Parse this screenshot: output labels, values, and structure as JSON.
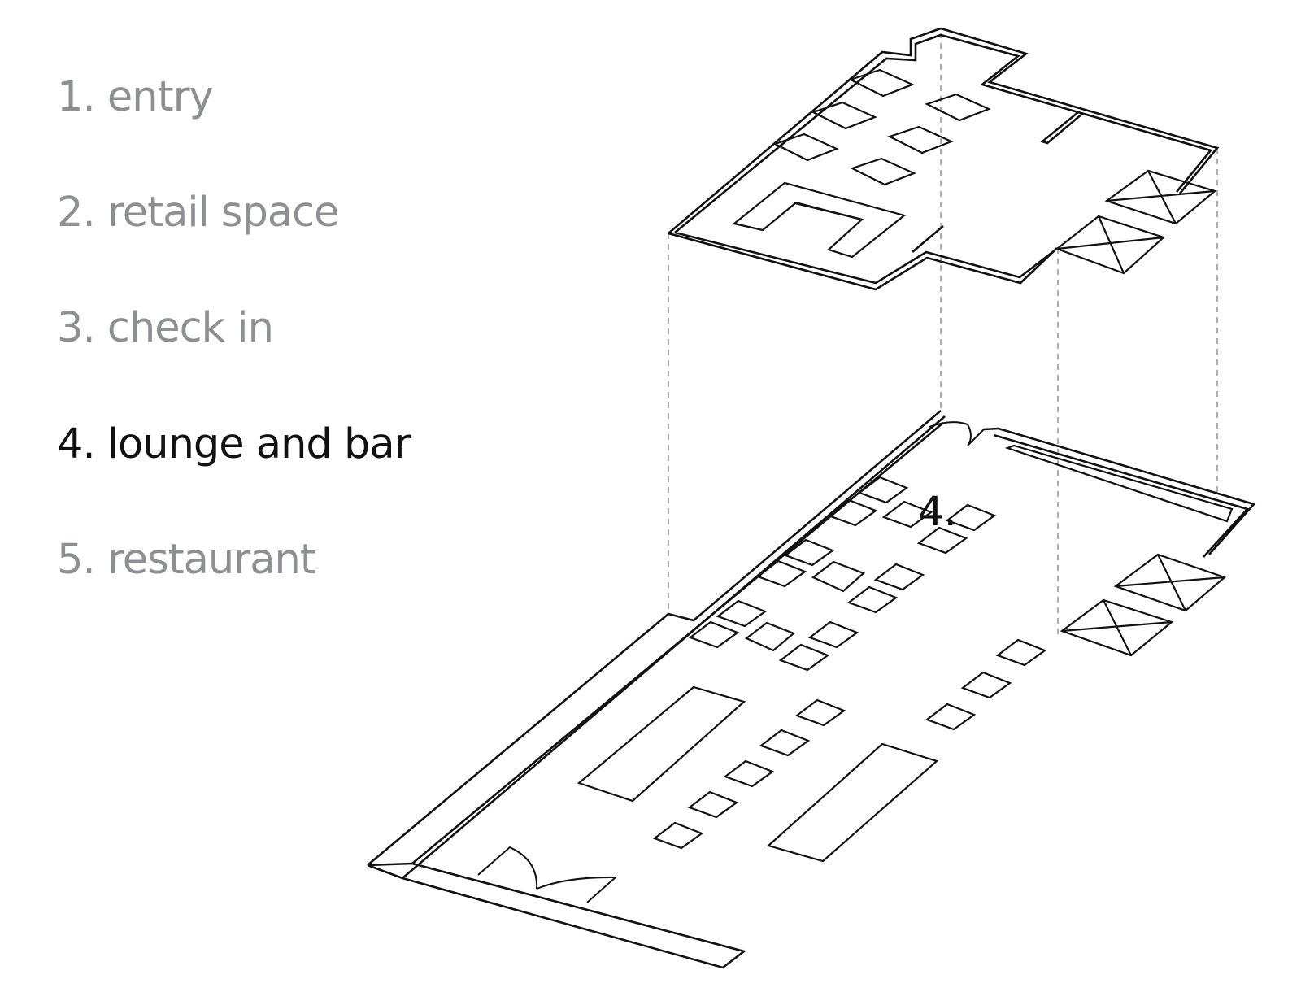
{
  "legend": {
    "items": [
      {
        "label": "1. entry",
        "active": false
      },
      {
        "label": "2. retail space",
        "active": false
      },
      {
        "label": "3. check in",
        "active": false
      },
      {
        "label": "4. lounge and bar",
        "active": true
      },
      {
        "label": "5. restaurant",
        "active": false
      }
    ]
  },
  "diagram": {
    "marker_label": "4.",
    "active_color": "#111111",
    "inactive_color": "#8e8f93",
    "line_color": "#111111",
    "guide_color": "#9a9a9a"
  }
}
